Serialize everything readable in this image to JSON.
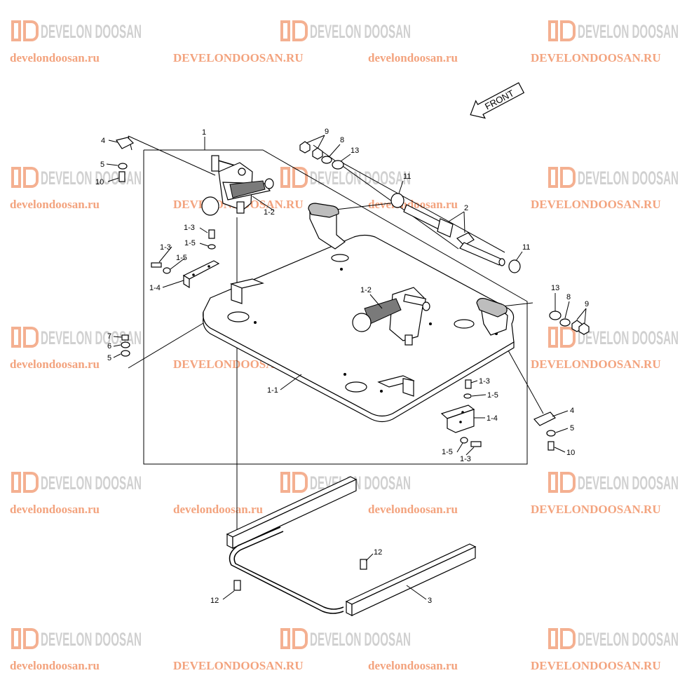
{
  "watermark": {
    "brand": "DEVELON DOOSAN",
    "url_lower": "develondoosan.ru",
    "url_upper": "DEVELONDOOSAN.RU",
    "brand_color": "#c8c8c8",
    "url_color": "#f3a37e"
  },
  "front_arrow": {
    "label": "FRONT"
  },
  "callouts": {
    "c1": "1",
    "c1_1": "1-1",
    "c1_2a": "1-2",
    "c1_2b": "1-2",
    "c1_3a": "1-3",
    "c1_3b": "1-3",
    "c1_3c": "1-3",
    "c1_3d": "1-3",
    "c1_4a": "1-4",
    "c1_4b": "1-4",
    "c1_5a": "1-5",
    "c1_5b": "1-5",
    "c1_5c": "1-5",
    "c1_5d": "1-5",
    "c2": "2",
    "c3": "3",
    "c4a": "4",
    "c4b": "4",
    "c5a": "5",
    "c5b": "5",
    "c5c": "5",
    "c6": "6",
    "c7": "7",
    "c8a": "8",
    "c8b": "8",
    "c9a": "9",
    "c9b": "9",
    "c10a": "10",
    "c10b": "10",
    "c11a": "11",
    "c11b": "11",
    "c12a": "12",
    "c12b": "12",
    "c13a": "13",
    "c13b": "13"
  }
}
